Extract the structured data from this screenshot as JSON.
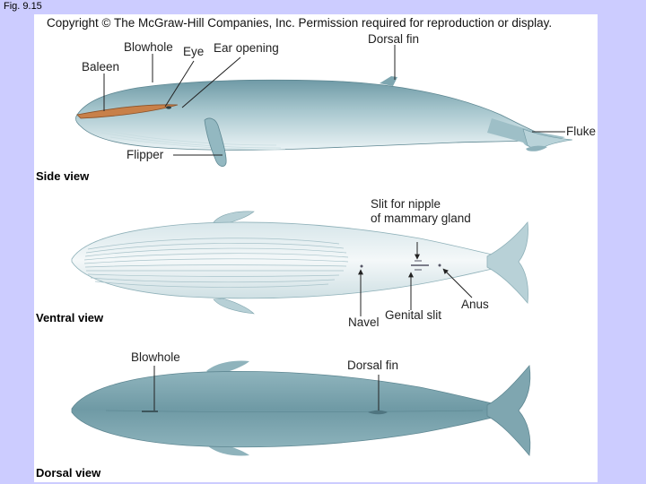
{
  "figure_label": "Fig. 9.15",
  "copyright": "Copyright © The McGraw-Hill Companies, Inc. Permission required for reproduction or display.",
  "side_view": {
    "title": "Side view",
    "labels": {
      "blowhole": "Blowhole",
      "eye": "Eye",
      "ear_opening": "Ear opening",
      "dorsal_fin": "Dorsal fin",
      "baleen": "Baleen",
      "fluke": "Fluke",
      "flipper": "Flipper"
    }
  },
  "ventral_view": {
    "title": "Ventral view",
    "labels": {
      "slit_line1": "Slit for nipple",
      "slit_line2": "of mammary gland",
      "anus": "Anus",
      "navel": "Navel",
      "genital_slit": "Genital slit"
    }
  },
  "dorsal_view": {
    "title": "Dorsal view",
    "labels": {
      "blowhole": "Blowhole",
      "dorsal_fin": "Dorsal fin"
    }
  },
  "colors": {
    "background": "#ccccff",
    "panel": "#ffffff",
    "whale_dark": "#7fa9b4",
    "whale_light": "#e4eff1",
    "baleen": "#d08a55"
  }
}
